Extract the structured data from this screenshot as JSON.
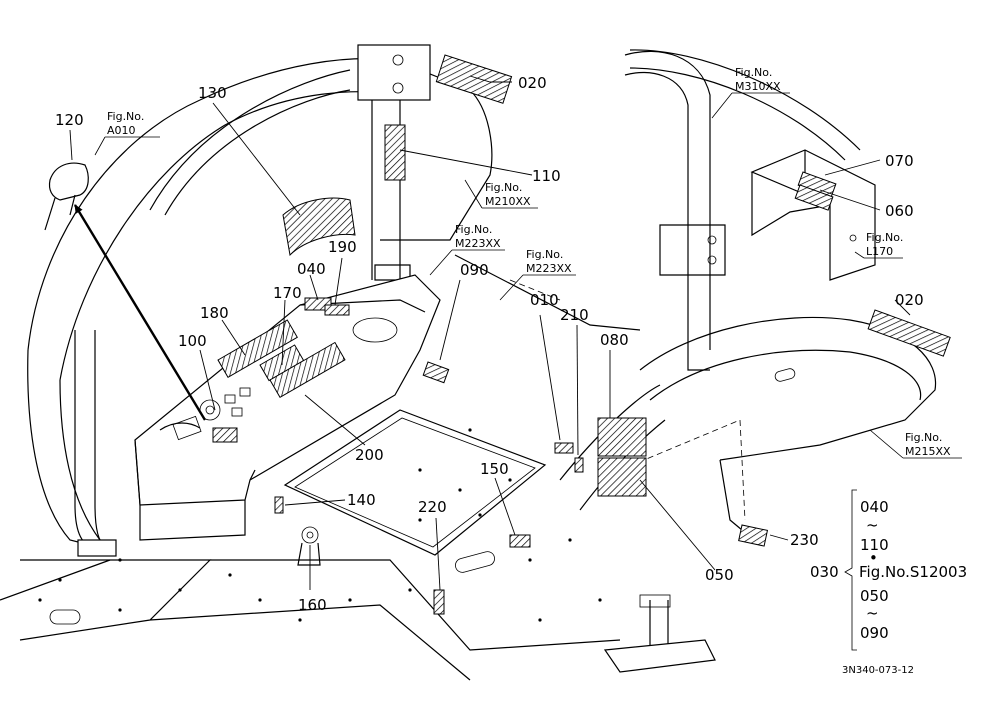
{
  "parts": {
    "p010": "010",
    "p020_top": "020",
    "p020_right": "020",
    "p030": "030",
    "p040": "040",
    "p050": "050",
    "p060": "060",
    "p070": "070",
    "p080": "080",
    "p090": "090",
    "p100": "100",
    "p110": "110",
    "p120": "120",
    "p130": "130",
    "p140": "140",
    "p150": "150",
    "p160": "160",
    "p170": "170",
    "p180": "180",
    "p190": "190",
    "p200": "200",
    "p210": "210",
    "p220": "220",
    "p230": "230"
  },
  "figure_refs": {
    "a010": {
      "label": "Fig.No.",
      "code": "A010"
    },
    "m310": {
      "label": "Fig.No.",
      "code": "M310XX"
    },
    "m210": {
      "label": "Fig.No.",
      "code": "M210XX"
    },
    "m223_a": {
      "label": "Fig.No.",
      "code": "M223XX"
    },
    "m223_b": {
      "label": "Fig.No.",
      "code": "M223XX"
    },
    "l170": {
      "label": "Fig.No.",
      "code": "L170"
    },
    "m215": {
      "label": "Fig.No.",
      "code": "M215XX"
    }
  },
  "legend": {
    "top_item": "040",
    "tilde_1": "~",
    "mid_item": "110",
    "dot": "•",
    "group_id": "030",
    "reference": "Fig.No.S12003",
    "lower_item": "050",
    "tilde_2": "~",
    "bottom_item": "090"
  },
  "drawing_code": "3N340-073-12"
}
